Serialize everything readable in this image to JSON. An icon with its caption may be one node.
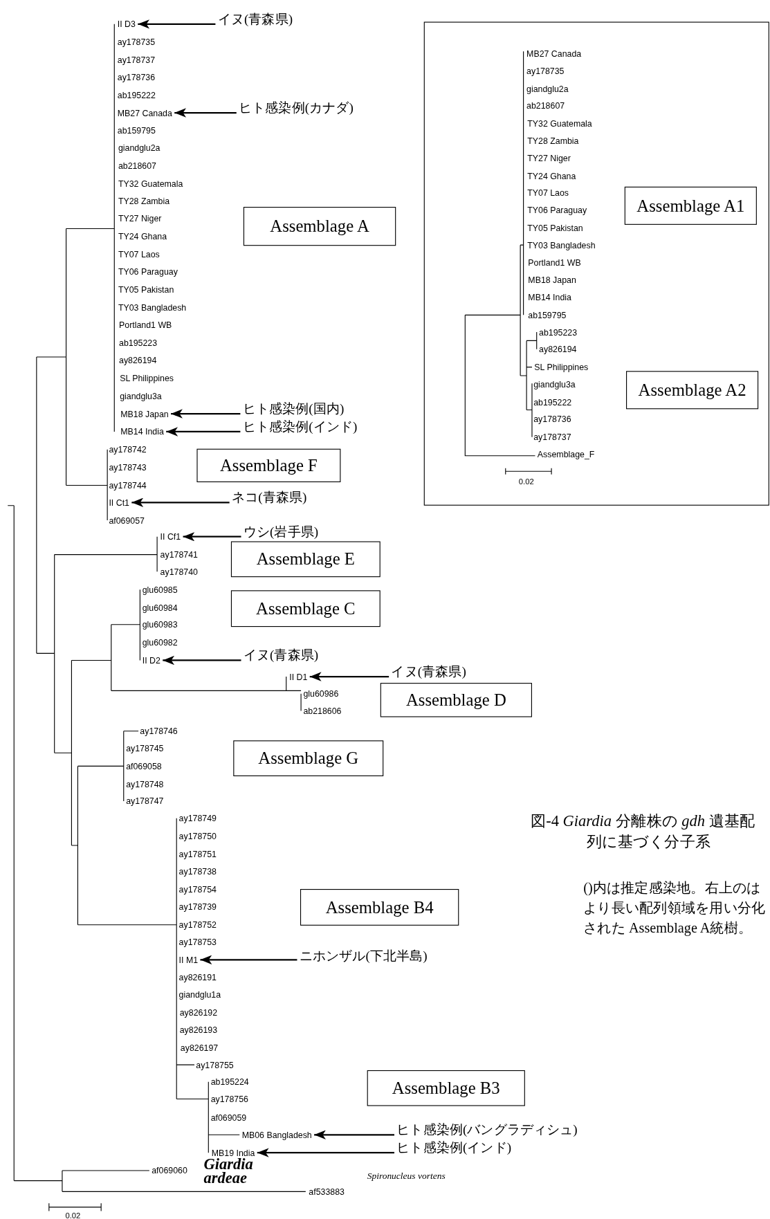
{
  "diagram": {
    "caption": "図-4 *Giardia* 分離株の *gdh* 遺基配列に基づく分子系",
    "nodes": [
      {
        "text": [
          "Assemblage A"
        ]
      },
      {
        "text": [
          "イヌ(青森県)"
        ]
      },
      {
        "text": [
          "II D3"
        ]
      },
      {
        "text": [
          "ヒト感染例(カナダ)"
        ]
      },
      {
        "text": [
          "MB27 Canada"
        ]
      },
      {
        "text": [
          "ヒト感染例(国内)"
        ]
      },
      {
        "text": [
          "MB18 Japan"
        ]
      },
      {
        "text": [
          "ヒト感染例(インド)"
        ]
      },
      {
        "text": [
          "MB14 India"
        ]
      },
      {
        "text": [
          "Assemblage F"
        ]
      },
      {
        "text": [
          "ネコ(青森県)"
        ]
      },
      {
        "text": [
          "II Ct1"
        ]
      },
      {
        "text": [
          "ウシ(岩手県)"
        ]
      },
      {
        "text": [
          "II Cf1"
        ]
      },
      {
        "text": [
          "Assemblage E"
        ]
      },
      {
        "text": [
          "Assemblage C"
        ]
      },
      {
        "text": [
          "イヌ(青森県)"
        ]
      },
      {
        "text": [
          "II D2"
        ]
      },
      {
        "text": [
          "イヌ(青森県)"
        ]
      },
      {
        "text": [
          "II D1"
        ]
      },
      {
        "text": [
          "Assemblage D"
        ]
      },
      {
        "text": [
          "Assemblage G"
        ]
      },
      {
        "text": [
          "Assemblage B4"
        ]
      },
      {
        "text": [
          "ニホンザル(下北半島)"
        ]
      },
      {
        "text": [
          "II M1"
        ]
      },
      {
        "text": [
          "Assemblage B3"
        ]
      },
      {
        "text": [
          "ヒト感染例(バングラディシュ)"
        ]
      },
      {
        "text": [
          "MB06 Bangladesh"
        ]
      },
      {
        "text": [
          "ヒト感染例(インド)"
        ]
      },
      {
        "text": [
          "MB19 India"
        ]
      },
      {
        "text": [],
        "shape": "box"
      },
      {
        "text": [
          "Assemblage A1"
        ],
        "in": 30
      },
      {
        "text": [
          "Assemblage A2"
        ],
        "in": 30
      }
    ],
    "edges": [
      {
        "from": 1,
        "to": 2,
        "arrow": "to"
      },
      {
        "from": 3,
        "to": 4,
        "arrow": "to"
      },
      {
        "from": 5,
        "to": 6,
        "arrow": "to"
      },
      {
        "from": 7,
        "to": 8,
        "arrow": "to"
      },
      {
        "from": 10,
        "to": 11,
        "arrow": "to"
      },
      {
        "from": 12,
        "to": 13,
        "arrow": "to"
      },
      {
        "from": 16,
        "to": 17,
        "arrow": "to"
      },
      {
        "from": 18,
        "to": 19,
        "arrow": "to"
      },
      {
        "from": 23,
        "to": 24,
        "arrow": "to"
      },
      {
        "from": 26,
        "to": 27,
        "arrow": "to"
      },
      {
        "from": 28,
        "to": 29,
        "arrow": "to"
      }
    ],
    "labels": [
      "ay178735",
      "ay178737",
      "ay178736",
      "ab195222",
      "ab159795",
      "giandglu2a",
      "ab218607",
      "TY32 Guatemala",
      "TY28 Zambia",
      "TY27 Niger",
      "TY24 Ghana",
      "TY07 Laos",
      "TY06 Paraguay",
      "TY05 Pakistan",
      "TY03 Bangladesh",
      "Portland1 WB",
      "ab195223",
      "ay826194",
      "SL Philippines",
      "giandglu3a",
      "ay178742",
      "ay178743",
      "ay178744",
      "af069057",
      "ay178741",
      "ay178740",
      "glu60985",
      "glu60984",
      "glu60983",
      "glu60982",
      "glu60986",
      "ab218606",
      "ay178746",
      "ay178745",
      "af069058",
      "ay178748",
      "ay178747",
      "ay178749",
      "ay178750",
      "ay178751",
      "ay178738",
      "ay178754",
      "ay178739",
      "ay178752",
      "ay178753",
      "ay826191",
      "giandglu1a",
      "ay826192",
      "ay826193",
      "ay826197",
      "ay178755",
      "ab195224",
      "ay178756",
      "af069059",
      "af069060",
      "Giardia ardeae",
      "Spironucleus vortens",
      "af533883",
      "0.02",
      "MB27 Canada",
      "ay178735",
      "giandglu2a",
      "ab218607",
      "TY32 Guatemala",
      "TY28 Zambia",
      "TY27 Niger",
      "TY24 Ghana",
      "TY07 Laos",
      "TY06 Paraguay",
      "TY05 Pakistan",
      "TY03 Bangladesh",
      "Portland1 WB",
      "MB18 Japan",
      "MB14 India",
      "ab159795",
      "ab195223",
      "ay826194",
      "SL Philippines",
      "giandglu3a",
      "ab195222",
      "ay178736",
      "ay178737",
      "Assemblage_F",
      "0.02",
      "()内は推定感染地。右上のはより長い配列領域を用い分化された Assemblage A統樹。"
    ]
  }
}
